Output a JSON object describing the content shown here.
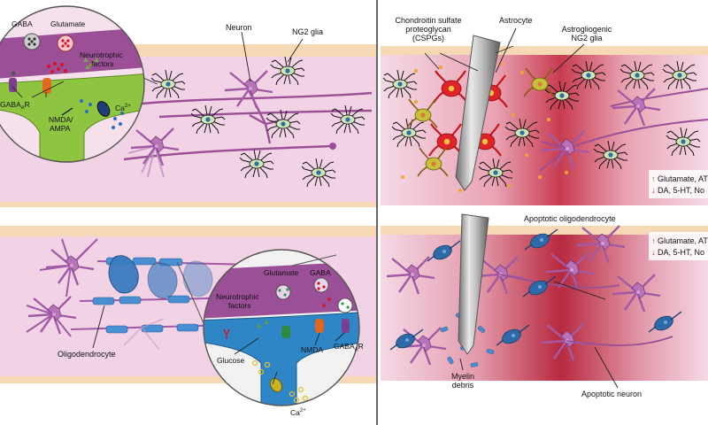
{
  "diagram": {
    "top_left": {
      "neuron": "Neuron",
      "ng2_glia": "NG2 glia"
    },
    "top_inset": {
      "gaba": "GABA",
      "glutamate": "Glutamate",
      "neurotrophic_line1": "Neurotrophic",
      "neurotrophic_line2": "factors",
      "gabaar": "GABA",
      "gabaar_sub": "A",
      "gabaar_suffix": "R",
      "nmda_line1": "NMDA/",
      "nmda_line2": "AMPA",
      "ca": "Ca",
      "ca_sup": "2+"
    },
    "top_right": {
      "cspg_line1": "Chondroitin sulfate",
      "cspg_line2": "proteoglycan",
      "cspg_line3": "(CSPGs)",
      "astrocyte": "Astrocyte",
      "astro_ng2_line1": "Astrogliogenic",
      "astro_ng2_line2": "NG2 glia",
      "nt_up": "Glutamate, AT",
      "nt_down": "DA, 5-HT, No"
    },
    "bottom_left": {
      "oligodendrocyte": "Oligodendrocyte"
    },
    "bottom_inset": {
      "glutamate": "Glutamate",
      "gaba": "GABA",
      "neurotrophic_line1": "Neurotrophic",
      "neurotrophic_line2": "factors",
      "glucose": "Glucose",
      "nmda": "NMDA",
      "gabaar": "GABA",
      "gabaar_sub": "A",
      "gabaar_suffix": "R",
      "ca": "Ca",
      "ca_sup": "2+"
    },
    "bottom_right": {
      "apoptotic_oligo": "Apoptotic oligodendrocyte",
      "myelin_line1": "Myelin",
      "myelin_line2": "debris",
      "apoptotic_neuron": "Apoptotic neuron",
      "nt_up": "Glutamate, AT",
      "nt_down": "DA, 5-HT, No"
    },
    "colors": {
      "tissue_pink": "#f2d3e6",
      "injury_red": "#c0364a",
      "band_purple": "#9b4f96",
      "neuron_purple": "#b873b8",
      "oligo_blue": "#3a7bc0",
      "astrocyte_red": "#d9262b",
      "inset_green": "#8fc441",
      "probe_grey": "#b8b8b8"
    }
  }
}
